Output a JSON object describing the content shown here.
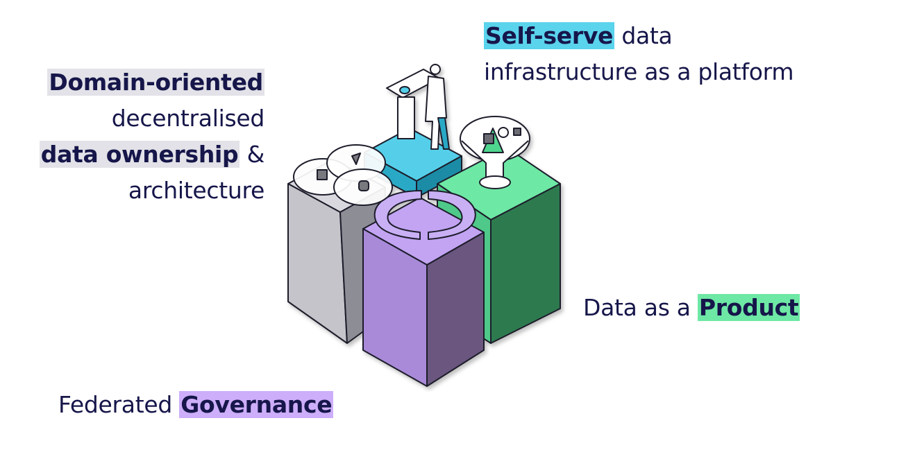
{
  "principles": {
    "domain": {
      "highlight": "Domain-oriented",
      "line2": "decentralised",
      "line3_bold": "data ownership",
      "line3_rest": " &",
      "line4": "architecture"
    },
    "self_serve": {
      "highlight": "Self-serve",
      "line1_rest": " data",
      "line2": "infrastructure as a platform"
    },
    "product": {
      "prefix": "Data as a ",
      "highlight": "Product"
    },
    "governance": {
      "prefix": "Federated ",
      "highlight": "Governance"
    }
  },
  "colors": {
    "domain_pillar": "#c4c4ca",
    "self_serve_pillar": "#4cc9e6",
    "product_pillar": "#4fd68e",
    "governance_pillar": "#a98ad8",
    "text": "#16164a"
  },
  "icons": [
    "venn-domains-icon",
    "person-at-whiteboard-icon",
    "funnel-icon",
    "loop-connector-icon"
  ]
}
